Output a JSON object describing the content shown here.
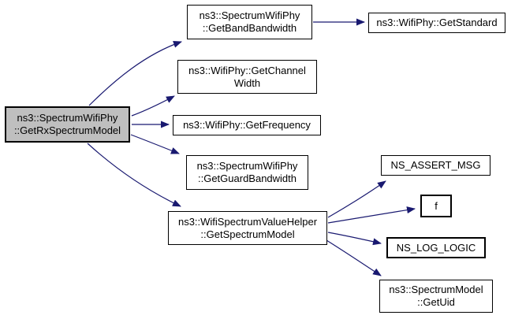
{
  "diagram": {
    "kind": "doxygen-call-graph",
    "colors": {
      "background": "#ffffff",
      "edge": "#191970",
      "node_border": "#000000",
      "node_fill": "#ffffff",
      "current_node_fill": "#bfbfbf",
      "text": "#000000"
    },
    "nodes": [
      {
        "id": "get-rx-spectrum-model",
        "label": "ns3::SpectrumWifiPhy\n::GetRxSpectrumModel",
        "current": true
      },
      {
        "id": "get-band-bandwidth",
        "label": "ns3::SpectrumWifiPhy\n::GetBandBandwidth",
        "current": false
      },
      {
        "id": "get-standard",
        "label": "ns3::WifiPhy::GetStandard",
        "current": false
      },
      {
        "id": "get-channel-width",
        "label": "ns3::WifiPhy::GetChannel\nWidth",
        "current": false
      },
      {
        "id": "get-frequency",
        "label": "ns3::WifiPhy::GetFrequency",
        "current": false
      },
      {
        "id": "get-guard-bandwidth",
        "label": "ns3::SpectrumWifiPhy\n::GetGuardBandwidth",
        "current": false
      },
      {
        "id": "get-spectrum-model",
        "label": "ns3::WifiSpectrumValueHelper\n::GetSpectrumModel",
        "current": false
      },
      {
        "id": "ns-assert-msg",
        "label": "NS_ASSERT_MSG",
        "current": false
      },
      {
        "id": "f",
        "label": "f",
        "current": false
      },
      {
        "id": "ns-log-logic",
        "label": "NS_LOG_LOGIC",
        "current": false
      },
      {
        "id": "get-uid",
        "label": "ns3::SpectrumModel\n::GetUid",
        "current": false
      }
    ],
    "edges": [
      {
        "from": "get-rx-spectrum-model",
        "to": "get-band-bandwidth"
      },
      {
        "from": "get-rx-spectrum-model",
        "to": "get-channel-width"
      },
      {
        "from": "get-rx-spectrum-model",
        "to": "get-frequency"
      },
      {
        "from": "get-rx-spectrum-model",
        "to": "get-guard-bandwidth"
      },
      {
        "from": "get-rx-spectrum-model",
        "to": "get-spectrum-model"
      },
      {
        "from": "get-band-bandwidth",
        "to": "get-standard"
      },
      {
        "from": "get-spectrum-model",
        "to": "ns-assert-msg"
      },
      {
        "from": "get-spectrum-model",
        "to": "f"
      },
      {
        "from": "get-spectrum-model",
        "to": "ns-log-logic"
      },
      {
        "from": "get-spectrum-model",
        "to": "get-uid"
      }
    ]
  }
}
